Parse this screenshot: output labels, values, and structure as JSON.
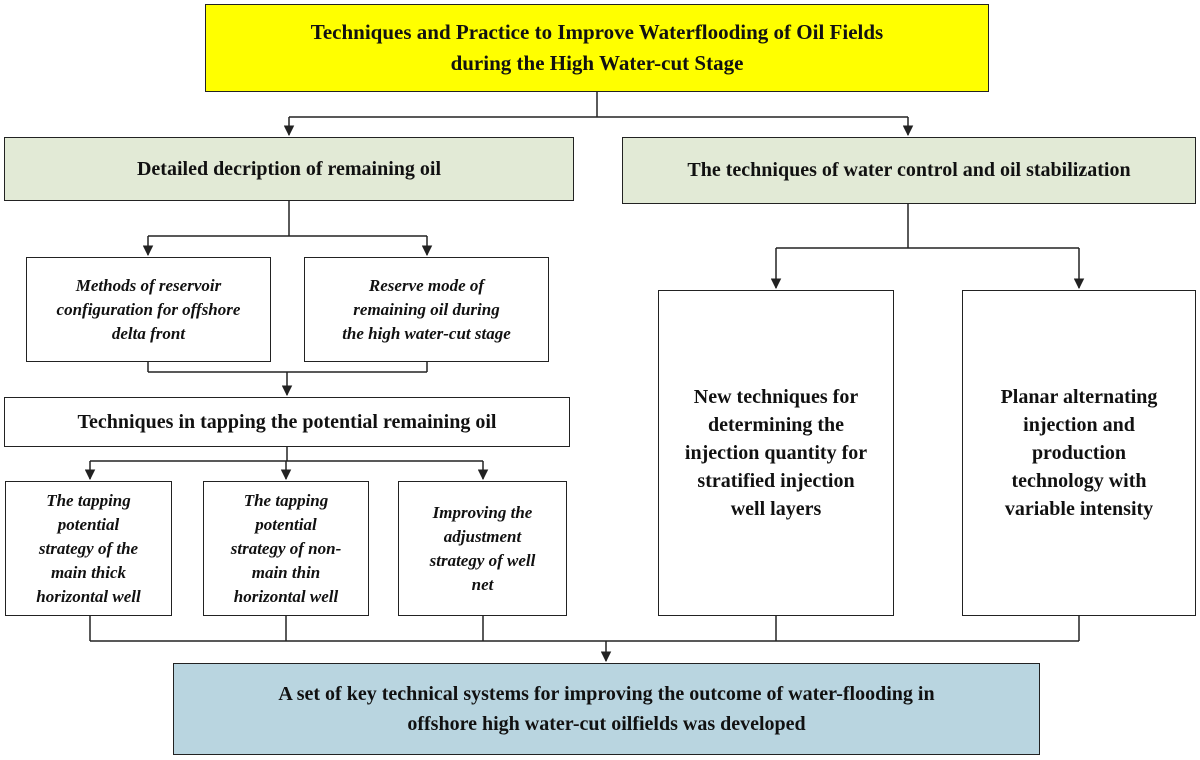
{
  "colors": {
    "title_fill": "#ffff00",
    "section_fill": "#e2ead6",
    "outcome_fill": "#b9d5e0",
    "line": "#222222"
  },
  "title": {
    "line1": "Techniques and Practice to Improve Waterflooding of Oil Fields",
    "line2": "during the High Water-cut Stage"
  },
  "left_branch": {
    "heading": "Detailed decription of remaining oil",
    "sub_boxes": [
      {
        "lines": [
          "Methods of reservoir",
          "configuration for offshore",
          "delta front"
        ]
      },
      {
        "lines": [
          "Reserve mode of",
          "remaining oil during",
          "the high water-cut stage"
        ]
      }
    ],
    "tapping_heading": "Techniques in tapping the potential remaining oil",
    "strategies": [
      {
        "lines": [
          "The tapping",
          "potential",
          "strategy of the",
          "main thick",
          "horizontal well"
        ]
      },
      {
        "lines": [
          "The tapping",
          "potential",
          "strategy of non-",
          "main thin",
          "horizontal well"
        ]
      },
      {
        "lines": [
          "Improving the",
          "adjustment",
          "strategy of well",
          "net"
        ]
      }
    ]
  },
  "right_branch": {
    "heading": "The techniques of water control and oil stabilization",
    "techniques": [
      {
        "lines": [
          "New techniques for",
          "determining the",
          "injection quantity for",
          "stratified injection",
          "well layers"
        ]
      },
      {
        "lines": [
          "Planar alternating",
          "injection and",
          "production",
          "technology with",
          "variable intensity"
        ]
      }
    ]
  },
  "outcome": {
    "line1": "A set of key technical systems for improving the outcome of water-flooding in",
    "line2": "offshore high water-cut oilfields was developed"
  }
}
